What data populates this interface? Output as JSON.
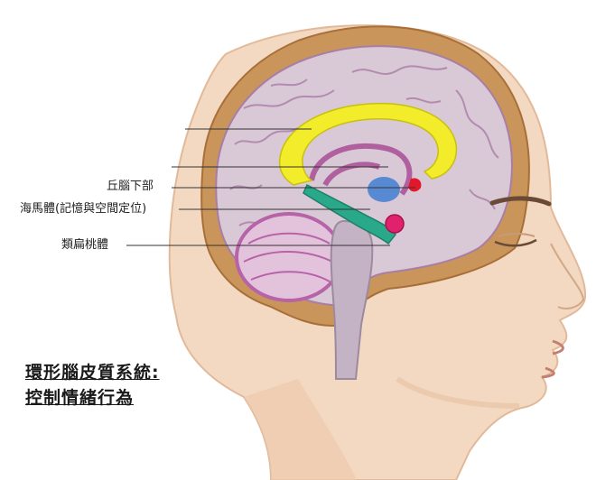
{
  "labels": {
    "hypothalamus": "丘腦下部",
    "hippocampus": "海馬體(記憶與空間定位)",
    "amygdala": "類扁桃體"
  },
  "title": {
    "line1": "環形腦皮質系統:",
    "line2": "控制情緒行為"
  },
  "colors": {
    "skin": "#f3d9c2",
    "skin_shadow": "#e2b999",
    "skull": "#c9955a",
    "skull_edge": "#a86f38",
    "cortex": "#d9c8d6",
    "gyri_line": "#a87ea6",
    "cingulate": "#f2ec2a",
    "hippocampus": "#2aa98a",
    "amygdala": "#e0226e",
    "thalamus_blue": "#3f7fd1",
    "limbic_purple": "#b0609e",
    "cerebellum": "#b763a8",
    "brainstem": "#c4b3c4",
    "red_accent": "#e0182a"
  }
}
